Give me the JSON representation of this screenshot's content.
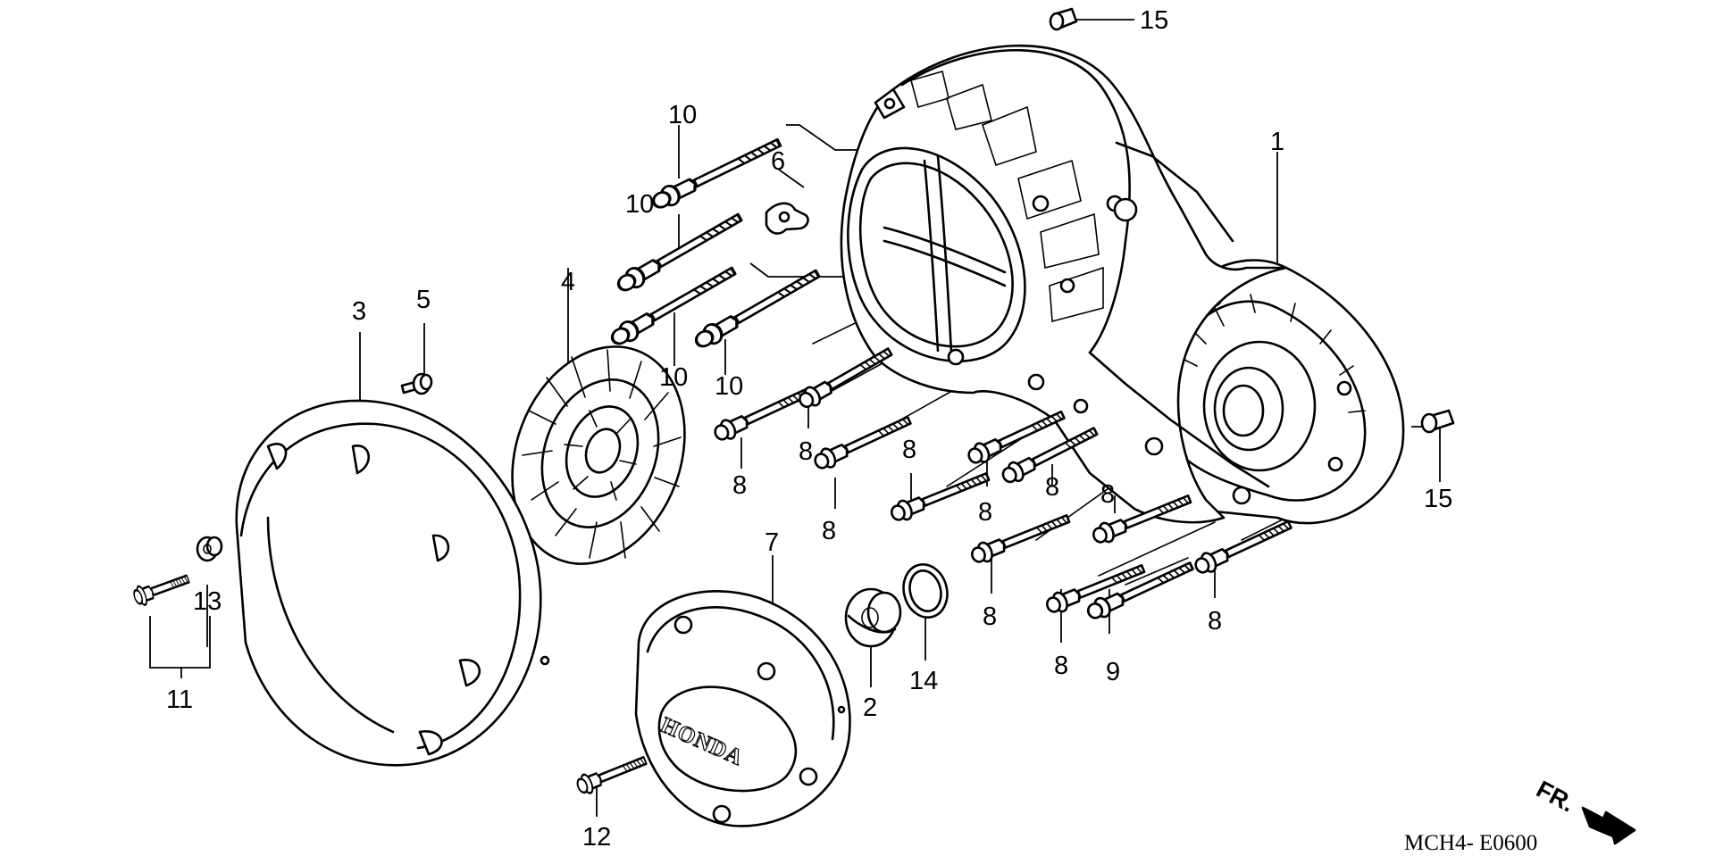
{
  "diagram": {
    "catalog_code": "MCH4- E0600",
    "direction_label": "FR.",
    "cover_logo": "HONDA",
    "callouts": {
      "c1": "1",
      "c2": "2",
      "c3": "3",
      "c4": "4",
      "c5": "5",
      "c6": "6",
      "c7": "7",
      "c8": "8",
      "c9": "9",
      "c10": "10",
      "c11": "11",
      "c12": "12",
      "c13": "13",
      "c14": "14",
      "c15": "15"
    }
  }
}
